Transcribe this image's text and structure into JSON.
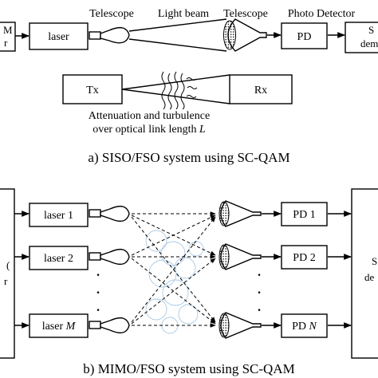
{
  "panel_a": {
    "labels": {
      "telescope_1": "Telescope",
      "light_beam": "Light beam",
      "telescope_2": "Telescope",
      "photo_detector": "Photo Detector"
    },
    "left_box_line1": "M",
    "left_box_line2": "r",
    "laser": "laser",
    "pd": "PD",
    "right_box_line1": "S",
    "right_box_line2": "dem",
    "tx": "Tx",
    "rx": "Rx",
    "note_line1": "Attenuation and turbulence",
    "note_line2_prefix": "over optical link length ",
    "note_line2_var": "L",
    "caption": "a) SISO/FSO system using SC-QAM"
  },
  "panel_b": {
    "left_box_line1": "(",
    "left_box_line2": "r",
    "laser_1": "laser 1",
    "laser_2": "laser 2",
    "laser_m_prefix": "laser ",
    "laser_m_var": "M",
    "pd_1": "PD 1",
    "pd_2": "PD 2",
    "pd_n_prefix": "PD ",
    "pd_n_var": "N",
    "dots": "·",
    "right_box_line1": "S",
    "right_box_line2": "de",
    "caption": "b) MIMO/FSO system using SC-QAM"
  }
}
